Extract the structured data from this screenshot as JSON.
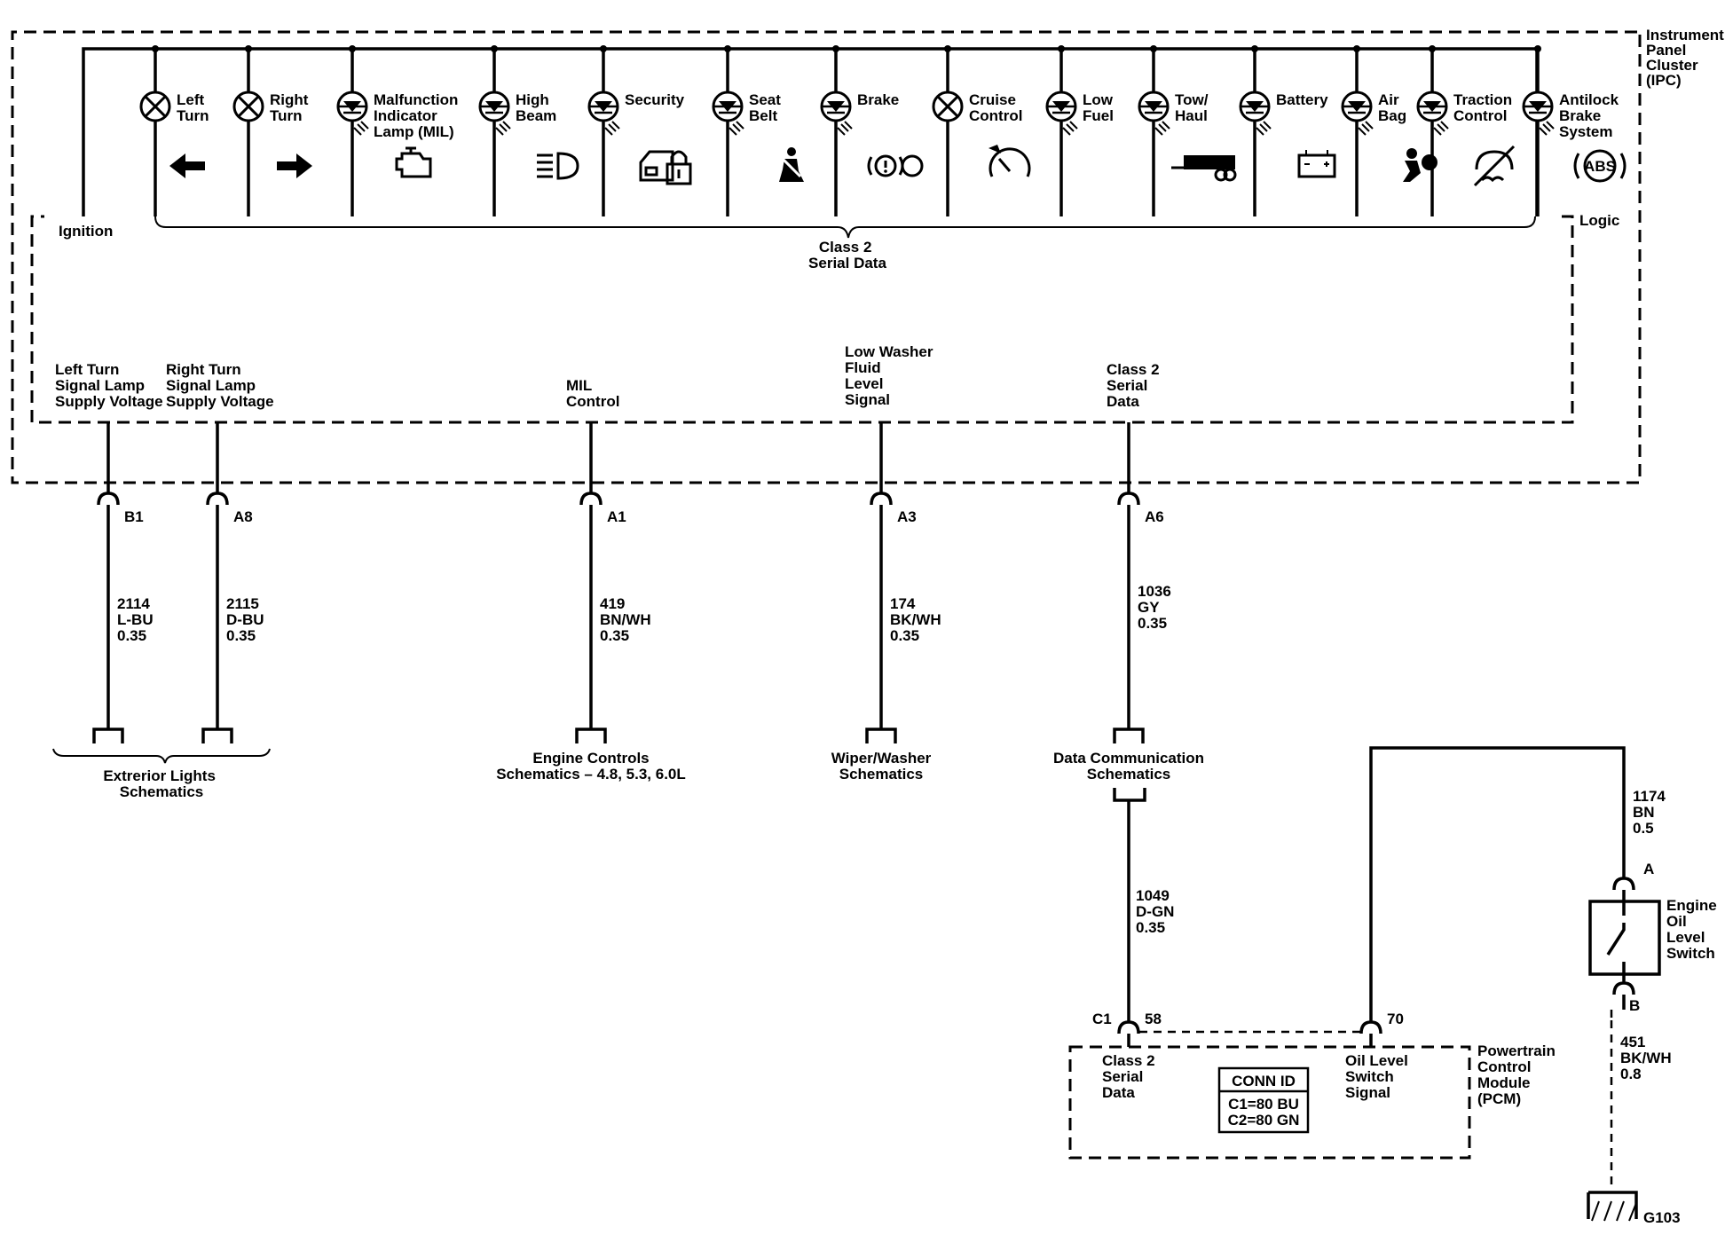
{
  "ipc": {
    "title": [
      "Instrument",
      "Panel",
      "Cluster",
      "(IPC)"
    ],
    "logic_label": "Logic",
    "ignition_label": "Ignition",
    "bus_label": [
      "Class 2",
      "Serial Data"
    ]
  },
  "indicators": [
    {
      "label": [
        "Left",
        "Turn"
      ],
      "lamp": "bulb",
      "icon": "left-arrow-icon"
    },
    {
      "label": [
        "Right",
        "Turn"
      ],
      "lamp": "bulb",
      "icon": "right-arrow-icon"
    },
    {
      "label": [
        "Malfunction",
        "Indicator",
        "Lamp (MIL)"
      ],
      "lamp": "led",
      "icon": "engine-icon"
    },
    {
      "label": [
        "High",
        "Beam"
      ],
      "lamp": "led",
      "icon": "high-beam-icon"
    },
    {
      "label": [
        "Security"
      ],
      "lamp": "led",
      "icon": "security-lock-icon"
    },
    {
      "label": [
        "Seat",
        "Belt"
      ],
      "lamp": "led",
      "icon": "seat-belt-icon"
    },
    {
      "label": [
        "Brake"
      ],
      "lamp": "led",
      "icon": "brake-icon"
    },
    {
      "label": [
        "Cruise",
        "Control"
      ],
      "lamp": "bulb",
      "icon": "cruise-control-icon"
    },
    {
      "label": [
        "Low",
        "Fuel"
      ],
      "lamp": "led",
      "icon": ""
    },
    {
      "label": [
        "Tow/",
        "Haul"
      ],
      "lamp": "led",
      "icon": "tow-haul-icon"
    },
    {
      "label": [
        "Battery"
      ],
      "lamp": "led",
      "icon": "battery-icon"
    },
    {
      "label": [
        "Air",
        "Bag"
      ],
      "lamp": "led",
      "icon": "air-bag-icon"
    },
    {
      "label": [
        "Traction",
        "Control"
      ],
      "lamp": "led",
      "icon": "traction-control-icon"
    },
    {
      "label": [
        "Antilock",
        "Brake",
        "System"
      ],
      "lamp": "led",
      "icon": "abs-icon",
      "icon_text": "ABS"
    }
  ],
  "ipc_circuits": [
    {
      "signal": [
        "Left Turn",
        "Signal Lamp",
        "Supply Voltage"
      ],
      "pin": "B1",
      "wire": [
        "2114",
        "L-BU",
        "0.35"
      ]
    },
    {
      "signal": [
        "Right Turn",
        "Signal Lamp",
        "Supply Voltage"
      ],
      "pin": "A8",
      "wire": [
        "2115",
        "D-BU",
        "0.35"
      ]
    },
    {
      "signal": [
        "MIL",
        "Control"
      ],
      "pin": "A1",
      "wire": [
        "419",
        "BN/WH",
        "0.35"
      ],
      "destination": [
        "Engine Controls",
        "Schematics – 4.8, 5.3, 6.0L"
      ]
    },
    {
      "signal": [
        "Low Washer",
        "Fluid",
        "Level",
        "Signal"
      ],
      "pin": "A3",
      "wire": [
        "174",
        "BK/WH",
        "0.35"
      ],
      "destination": [
        "Wiper/Washer",
        "Schematics"
      ]
    },
    {
      "signal": [
        "Class 2",
        "Serial",
        "Data"
      ],
      "pin": "A6",
      "wire": [
        "1036",
        "GY",
        "0.35"
      ],
      "destination": [
        "Data Communication",
        "Schematics"
      ]
    }
  ],
  "exterior_lights": [
    "Extrerior Lights",
    "Schematics"
  ],
  "pcm": {
    "title": [
      "Powertrain",
      "Control",
      "Module",
      "(PCM)"
    ],
    "class2_wire": [
      "1049",
      "D-GN",
      "0.35"
    ],
    "class2_connector": "C1",
    "class2_pin": "58",
    "class2_label": [
      "Class 2",
      "Serial",
      "Data"
    ],
    "oil_pin": "70",
    "oil_label": [
      "Oil Level",
      "Switch",
      "Signal"
    ],
    "conn_id_title": "CONN ID",
    "conn_id_rows": [
      "C1=80 BU",
      "C2=80 GN"
    ]
  },
  "switch": {
    "label": [
      "Engine",
      "Oil",
      "Level",
      "Switch"
    ],
    "pin_a": "A",
    "pin_b": "B",
    "wire_top": [
      "1174",
      "BN",
      "0.5"
    ],
    "wire_bottom": [
      "451",
      "BK/WH",
      "0.8"
    ],
    "ground": "G103"
  }
}
